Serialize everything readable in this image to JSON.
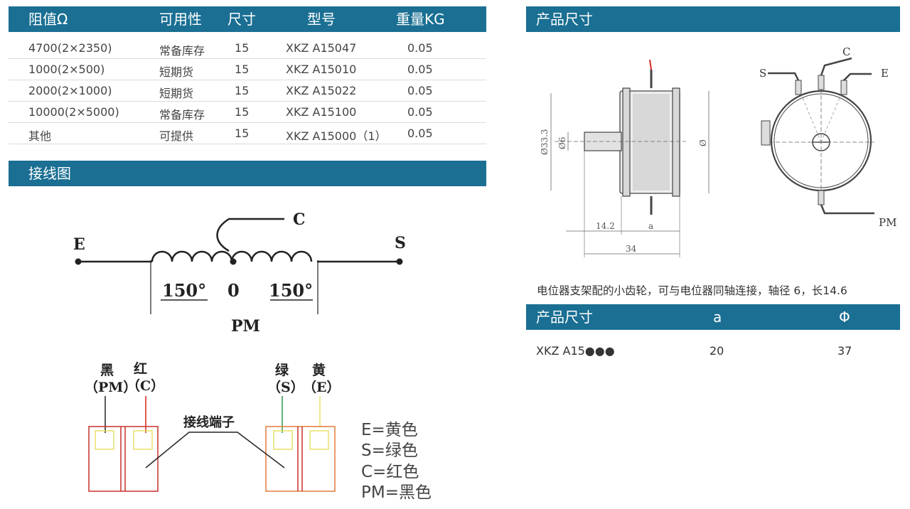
{
  "spec_table": {
    "headers": [
      "阻值Ω",
      "可用性",
      "尺寸",
      "型号",
      "重量KG"
    ],
    "rows": [
      [
        "4700(2×2350)",
        "常备库存",
        "15",
        "XKZ A15047",
        "0.05"
      ],
      [
        "1000(2×500)",
        "短期货",
        "15",
        "XKZ A15010",
        "0.05"
      ],
      [
        "2000(2×1000)",
        "短期货",
        "15",
        "XKZ A15022",
        "0.05"
      ],
      [
        "10000(2×5000)",
        "常备库存",
        "15",
        "XKZ A15100",
        "0.05"
      ],
      [
        "其他",
        "可提供",
        "15",
        "XKZ A15000（1）",
        "0.05"
      ]
    ]
  },
  "wiring": {
    "title": "接线图",
    "E": "E",
    "C": "C",
    "S": "S",
    "PM": "PM",
    "left_angle": "150°",
    "zero": "0",
    "right_angle": "150°"
  },
  "terminals": {
    "black": "黑",
    "black_sig": "（PM）",
    "red": "红",
    "red_sig": "（C）",
    "green": "绿",
    "green_sig": "（S）",
    "yellow": "黄",
    "yellow_sig": "（E）",
    "label": "接线端子"
  },
  "legend": [
    "E=黄色",
    "S=绿色",
    "C=红色",
    "PM=黑色"
  ],
  "dimensions": {
    "title": "产品尺寸",
    "label_dia_outer": "Ø33.3",
    "label_dia_shaft": "Ø6",
    "label_phi": "Ø",
    "label_142": "14.2",
    "label_a": "a",
    "label_34": "34",
    "pin_s": "S",
    "pin_c": "C",
    "pin_e": "E",
    "pin_pm": "PM"
  },
  "description": "电位器支架配的小齿轮，可与电位器同轴连接，轴径 6，长14.6",
  "size_table": {
    "headers": [
      "产品尺寸",
      "a",
      "Φ"
    ],
    "rows": [
      [
        "XKZ A15●●●",
        "20",
        "37"
      ]
    ]
  },
  "colors": {
    "header_bar": "#1a6f93",
    "red": "#d4281f",
    "green": "#2f9a45",
    "yellow": "#e8e06a",
    "terminal_red": "#c9302b",
    "terminal_orange": "#e07a3a"
  }
}
